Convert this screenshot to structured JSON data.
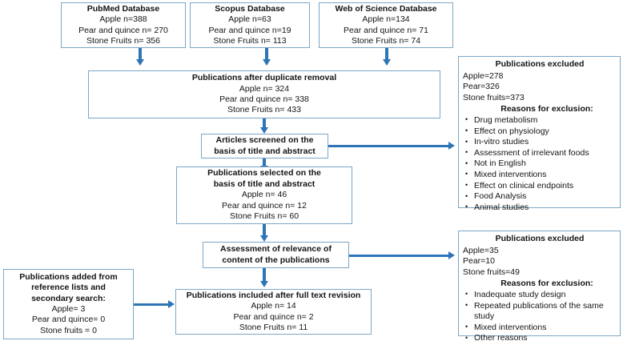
{
  "diagram": {
    "type": "prisma-flow-diagram",
    "accent_color": "#2E75B6",
    "box_border_color": "#7ba7c7",
    "background_color": "#ffffff"
  },
  "sources": [
    {
      "title": "PubMed Database",
      "apple": "Apple n=388",
      "pear": "Pear and quince n= 270",
      "stone": "Stone Fruits n= 356"
    },
    {
      "title": "Scopus Database",
      "apple": "Apple n=63",
      "pear": "Pear and quince  n=19",
      "stone": "Stone Fruits n= 113"
    },
    {
      "title": "Web of Science Database",
      "apple": "Apple n=134",
      "pear": "Pear and quince n= 71",
      "stone": "Stone Fruits n= 74"
    }
  ],
  "duplicate_removal": {
    "title": "Publications after duplicate removal",
    "apple": "Apple  n= 324",
    "pear": "Pear and quince n= 338",
    "stone": "Stone Fruits n= 433"
  },
  "screened": {
    "line1": "Articles screened on the",
    "line2": "basis of title and abstract"
  },
  "selected": {
    "line1": "Publications selected on the",
    "line2": "basis of title and abstract",
    "apple": "Apple  n= 46",
    "pear": "Pear and quince n= 12",
    "stone": "Stone Fruits n= 60"
  },
  "assessment": {
    "line1": "Assessment of relevance of",
    "line2": "content of the publications"
  },
  "included": {
    "title": "Publications included after full text revision",
    "apple": "Apple  n= 14",
    "pear": "Pear and quince n= 2",
    "stone": "Stone Fruits n= 11"
  },
  "added": {
    "line1": "Publications added from",
    "line2": "reference lists and",
    "line3": "secondary search:",
    "apple": "Apple= 3",
    "pear": "Pear and quince= 0",
    "stone": "Stone fruits = 0"
  },
  "excluded_first": {
    "title": "Publications excluded",
    "apple": "Apple=278",
    "pear": "Pear=326",
    "stone": "Stone fruits=373",
    "reasons_heading": "Reasons for exclusion:",
    "reasons": [
      "Drug metabolism",
      "Effect on physiology",
      "In-vitro studies",
      "Assessment of irrelevant foods",
      "Not in English",
      "Mixed interventions",
      "Effect on clinical endpoints",
      "Food Analysis",
      "Animal studies"
    ]
  },
  "excluded_second": {
    "title": "Publications excluded",
    "apple": "Apple=35",
    "pear": "Pear=10",
    "stone": "Stone fruits=49",
    "reasons_heading": "Reasons for exclusion:",
    "reasons": [
      "Inadequate study design",
      "Repeated publications of the same study",
      "Mixed interventions",
      "Other reasons"
    ]
  }
}
